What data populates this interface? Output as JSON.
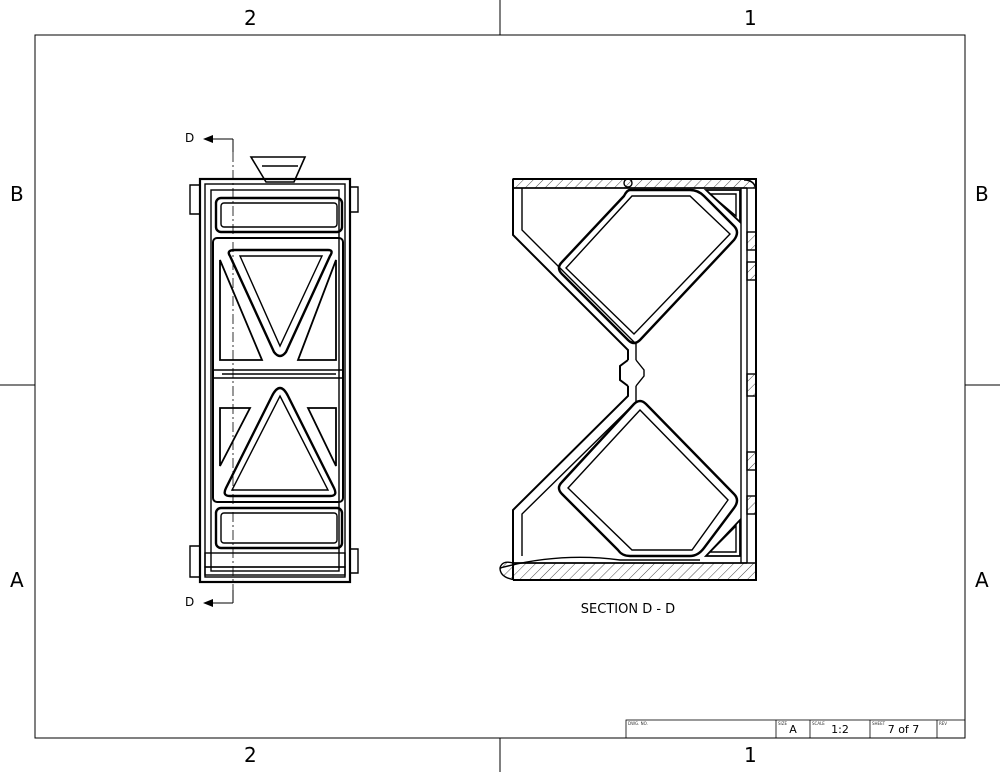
{
  "zones": {
    "top_left": "2",
    "top_right": "1",
    "bottom_left": "2",
    "bottom_right": "1",
    "left_upper": "B",
    "left_lower": "A",
    "right_upper": "B",
    "right_lower": "A"
  },
  "cut_markers": {
    "top": "D",
    "bottom": "D"
  },
  "section_label": "SECTION D - D",
  "title_block": {
    "dwg_no_label": "DWG. NO.",
    "size_label": "SIZE",
    "size_value": "A",
    "scale_label": "SCALE",
    "scale_value": "1:2",
    "sheet_label": "SHEET",
    "sheet_value": "7 of 7",
    "rev_label": "REV"
  }
}
